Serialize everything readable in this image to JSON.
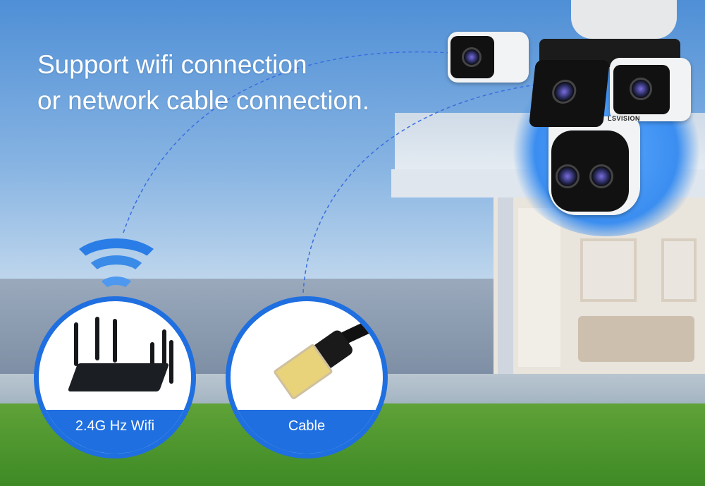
{
  "headline": {
    "line1": "Support wifi connection",
    "line2": "or network cable connection."
  },
  "options": [
    {
      "label": "2.4G Hz Wifi",
      "icon": "wifi-router-icon"
    },
    {
      "label": "Cable",
      "icon": "ethernet-cable-icon"
    }
  ],
  "product": {
    "logo": "LSVISION"
  },
  "colors": {
    "accent": "#1f6fe0",
    "text": "#ffffff"
  }
}
